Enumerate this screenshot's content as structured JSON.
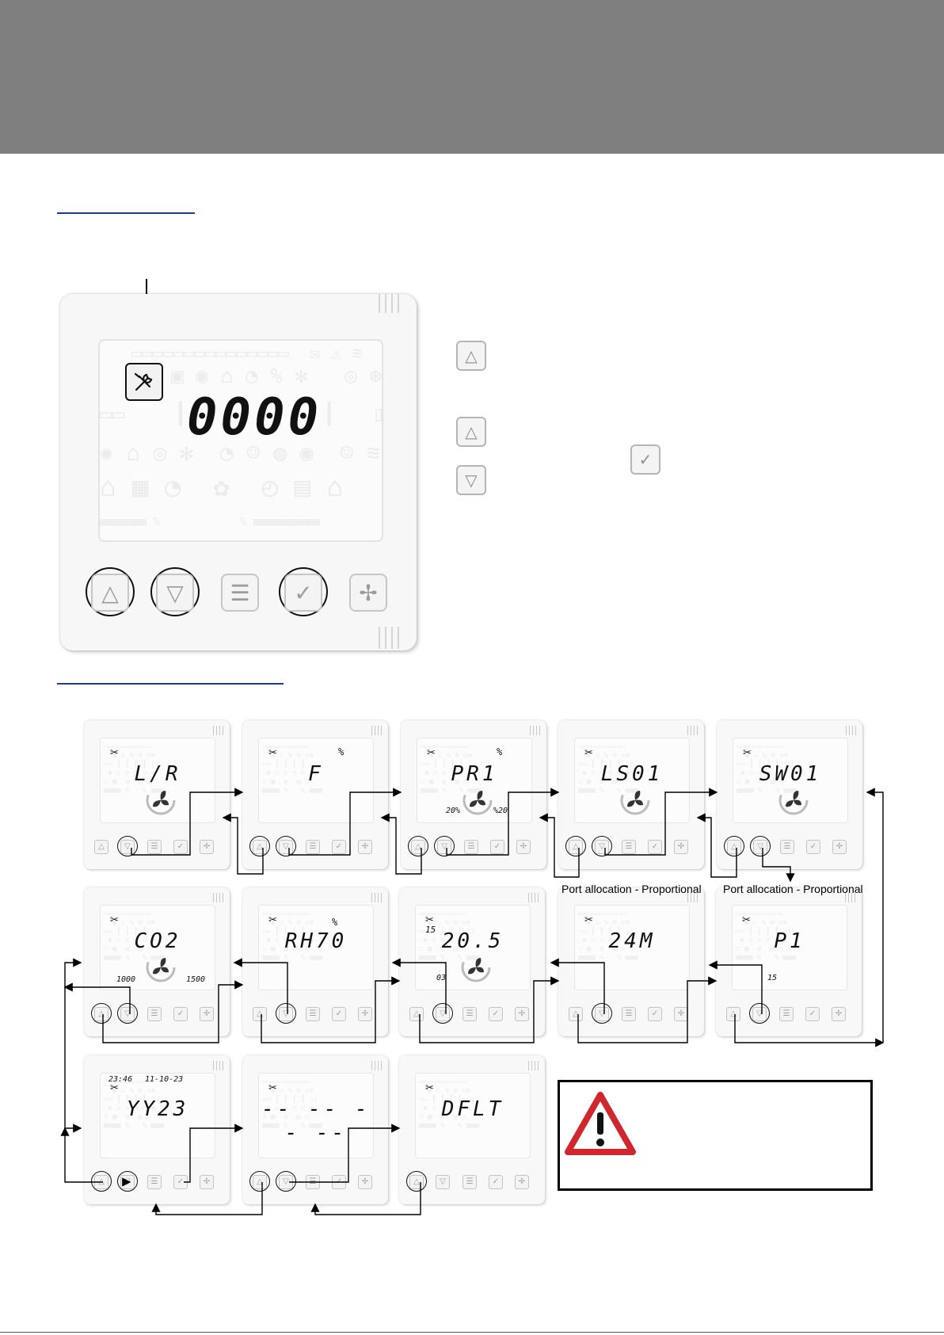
{
  "header": {
    "band_color": "#7f7f7f"
  },
  "device": {
    "display_value": "0000",
    "icons": [
      "wrench-screwdriver-icon",
      "up-arrow-icon",
      "down-arrow-icon",
      "menu-icon",
      "check-icon",
      "fan-icon"
    ]
  },
  "legend": {
    "icons": [
      "up-arrow-icon",
      "up-arrow-icon",
      "check-icon",
      "down-arrow-icon"
    ]
  },
  "flow": {
    "screens": [
      {
        "code": "L/R"
      },
      {
        "code": "F",
        "unit": "%"
      },
      {
        "code": "PR1",
        "unit": "%",
        "low": "20%",
        "high": "%20"
      },
      {
        "code": "LS01"
      },
      {
        "code": "SW01"
      },
      {
        "code": "CO2",
        "low": "1000",
        "high": "1500"
      },
      {
        "code": "RH70",
        "unit": "%"
      },
      {
        "code": "20.5",
        "setpoint": "15",
        "small": "03"
      },
      {
        "code": "24M"
      },
      {
        "code": "P1",
        "small": "15"
      },
      {
        "code": "YY23",
        "time": "23:46",
        "date": "11-10-23"
      },
      {
        "code": "-- -- -- --"
      },
      {
        "code": "DFLT"
      }
    ],
    "port_labels": [
      "Port allocation - Proportional",
      "Port allocation - Proportional"
    ]
  },
  "colors": {
    "accent_rule": "#1f3c88",
    "warning_red": "#d0262d"
  }
}
